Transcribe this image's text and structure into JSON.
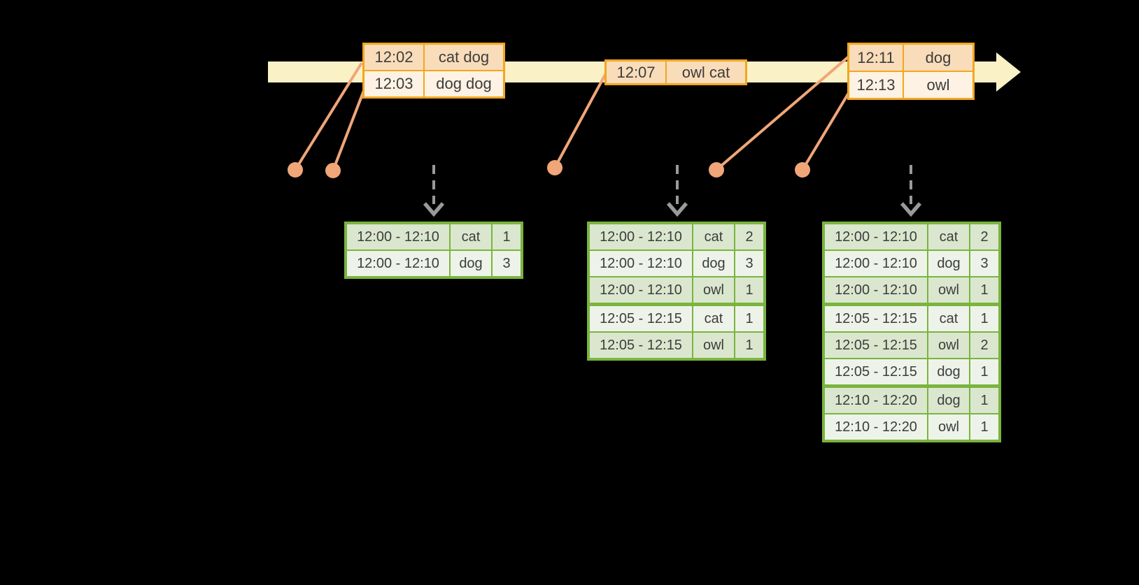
{
  "colors": {
    "background": "#000000",
    "timeline_band": "#FBF1C7",
    "event_table_border": "#F2A71F",
    "event_row_dark": "#F9DCB9",
    "event_row_light": "#FDF2E3",
    "connector_salmon": "#F0A678",
    "result_table_border": "#7AB43F",
    "result_row_dark": "#DAE7CE",
    "result_row_light": "#EEF3E9",
    "trigger_arrow_gray": "#9A9A9A",
    "text": "#3D3D3D"
  },
  "event_tables": [
    {
      "rows": [
        [
          "12:02",
          "cat dog"
        ],
        [
          "12:03",
          "dog dog"
        ]
      ]
    },
    {
      "rows": [
        [
          "12:07",
          "owl cat"
        ]
      ]
    },
    {
      "rows": [
        [
          "12:11",
          "dog"
        ],
        [
          "12:13",
          "owl"
        ]
      ]
    }
  ],
  "result_tables": [
    {
      "rows": [
        [
          "12:00 - 12:10",
          "cat",
          "1"
        ],
        [
          "12:00 - 12:10",
          "dog",
          "3"
        ]
      ]
    },
    {
      "rows": [
        [
          "12:00 - 12:10",
          "cat",
          "2"
        ],
        [
          "12:00 - 12:10",
          "dog",
          "3"
        ],
        [
          "12:00 - 12:10",
          "owl",
          "1"
        ],
        [
          "12:05 - 12:15",
          "cat",
          "1"
        ],
        [
          "12:05 - 12:15",
          "owl",
          "1"
        ]
      ]
    },
    {
      "rows": [
        [
          "12:00 - 12:10",
          "cat",
          "2"
        ],
        [
          "12:00 - 12:10",
          "dog",
          "3"
        ],
        [
          "12:00 - 12:10",
          "owl",
          "1"
        ],
        [
          "12:05 - 12:15",
          "cat",
          "1"
        ],
        [
          "12:05 - 12:15",
          "owl",
          "2"
        ],
        [
          "12:05 - 12:15",
          "dog",
          "1"
        ],
        [
          "12:10 - 12:20",
          "dog",
          "1"
        ],
        [
          "12:10 - 12:20",
          "owl",
          "1"
        ]
      ]
    }
  ]
}
